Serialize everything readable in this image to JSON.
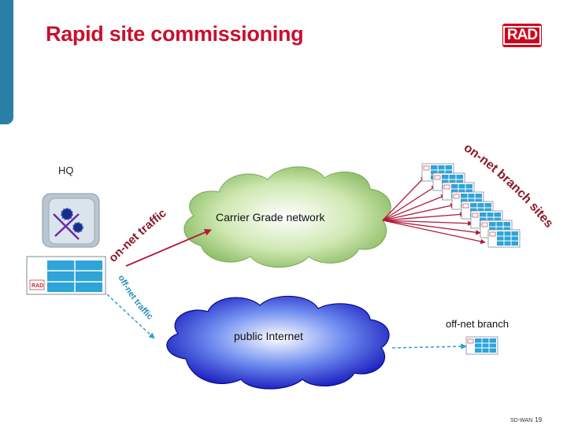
{
  "title": "Rapid site commissioning",
  "logo_text": "RAD",
  "hq_label": "HQ",
  "clouds": {
    "carrier": "Carrier Grade network",
    "internet": "public Internet"
  },
  "device_badge": "RAD",
  "traffic_labels": {
    "on_net": "on-net traffic",
    "off_net": "off-net traffic"
  },
  "sites_labels": {
    "on_net_branch": "on-net branch sites",
    "off_net_branch": "off-net branch"
  },
  "footer": {
    "text": "SD-WAN",
    "page": "19"
  },
  "colors": {
    "title": "#c8102e",
    "brand": "#d0021b",
    "link_on_net": "#b01a3a",
    "link_off_net": "#2aa0c8",
    "carrier_cloud": "#8fc46a",
    "internet_cloud": "#1c22c8"
  }
}
